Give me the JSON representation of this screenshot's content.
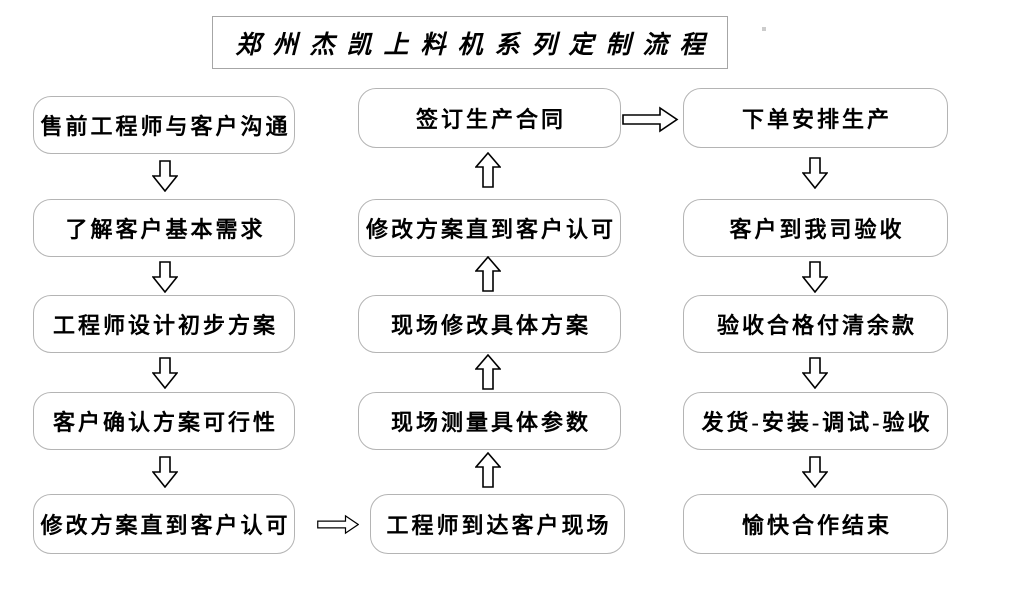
{
  "title": "郑州杰凯上料机系列定制流程",
  "columns": {
    "left": [
      "售前工程师与客户沟通",
      "了解客户基本需求",
      "工程师设计初步方案",
      "客户确认方案可行性",
      "修改方案直到客户认可"
    ],
    "middle": [
      "签订生产合同",
      "修改方案直到客户认可",
      "现场修改具体方案",
      "现场测量具体参数",
      "工程师到达客户现场"
    ],
    "right": [
      "下单安排生产",
      "客户到我司验收",
      "验收合格付清余款",
      "发货-安装-调试-验收",
      "愉快合作结束"
    ]
  },
  "flow": {
    "left_column_direction": "down",
    "middle_column_direction": "up",
    "right_column_direction": "down",
    "cross_links": [
      "修改方案直到客户认可 → 工程师到达客户现场",
      "签订生产合同 → 下单安排生产"
    ]
  },
  "icons": {
    "down_arrow": "hollow-down-arrow",
    "up_arrow": "hollow-up-arrow",
    "right_arrow": "hollow-right-arrow"
  },
  "colors": {
    "background": "#ffffff",
    "box_border": "#b4b4b4",
    "title_border": "#a6a6a6",
    "text": "#000000",
    "arrow_outline": "#000000",
    "arrow_fill": "#ffffff"
  }
}
